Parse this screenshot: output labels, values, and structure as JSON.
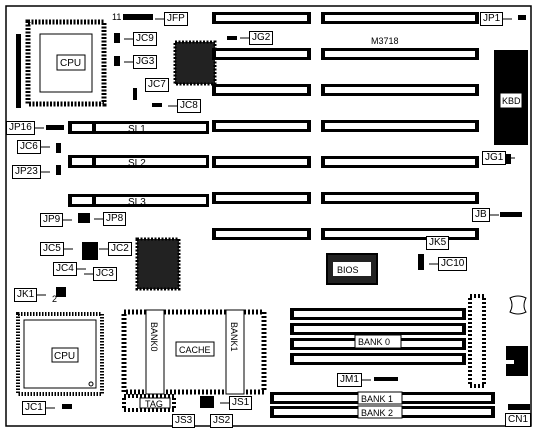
{
  "board_label": "M3718",
  "cpu_top_label": "CPU",
  "cpu_bottom_label": "CPU",
  "kbd_label": "KBD",
  "bios_label": "BIOS",
  "cache_label": "CACHE",
  "tag_label": "TAG",
  "bank0_label": "BANK 0",
  "bank1_label": "BANK 1",
  "bank2_label": "BANK 2",
  "bank0_vertical": "BANK0",
  "bank1_vertical": "BANK1",
  "sl1": "SL1",
  "sl2": "SL2",
  "sl3": "SL3",
  "pin_11": "11",
  "pin_2": "2",
  "jumpers": {
    "jfp": "JFP",
    "jp1": "JP1",
    "jc9": "JC9",
    "jg2": "JG2",
    "jg3": "JG3",
    "jc7": "JC7",
    "jc8": "JC8",
    "jp16": "JP16",
    "jc6": "JC6",
    "jg1": "JG1",
    "jp23": "JP23",
    "jp9": "JP9",
    "jp8": "JP8",
    "jb": "JB",
    "jc5": "JC5",
    "jc2": "JC2",
    "jc4": "JC4",
    "jc3": "JC3",
    "jk5": "JK5",
    "jc10": "JC10",
    "jk1": "JK1",
    "jm1": "JM1",
    "jc1": "JC1",
    "js1": "JS1",
    "js3": "JS3",
    "js2": "JS2",
    "cn1": "CN1"
  }
}
